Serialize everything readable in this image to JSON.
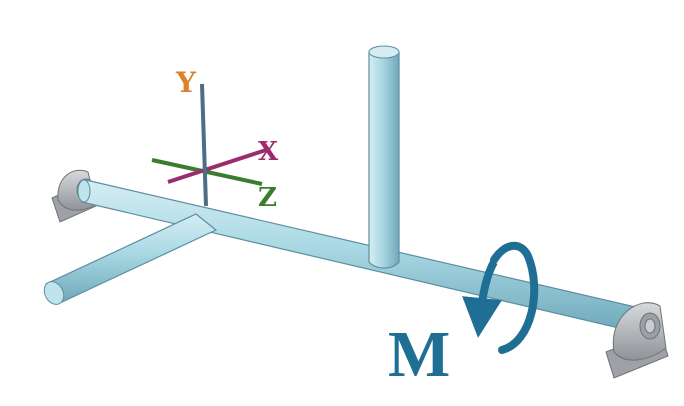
{
  "axes": {
    "y_label": "Y",
    "x_label": "X",
    "z_label": "Z"
  },
  "moment": {
    "label": "M"
  },
  "colors": {
    "pipe": "#a9d8e3",
    "pipe_edge": "#5d8ea0",
    "support": "#b8bcc0",
    "y_axis": "#d9822b",
    "x_axis": "#9b2d6e",
    "z_axis": "#3a7d2f",
    "moment": "#1f6e94"
  }
}
